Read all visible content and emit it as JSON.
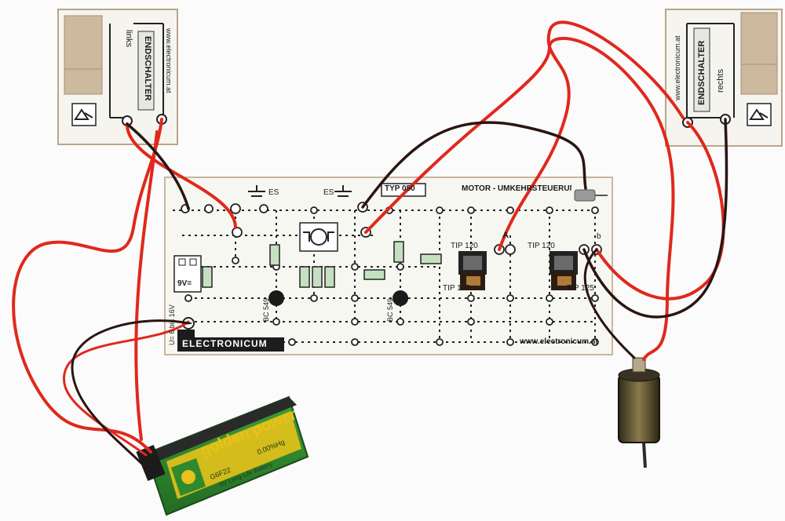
{
  "main_board": {
    "type_label": "TYP 050",
    "title": "MOTOR - UMKEHRSTEUERUNG",
    "brand": "ELECTRONICUM",
    "website": "www.electronicum.at",
    "battery_box_label": "9V=",
    "voltage_label": "U= 6 bis 16V",
    "switch_labels": [
      "ES",
      "ES"
    ],
    "transistor_labels": [
      "BC 549",
      "BC 549",
      "TIP 120",
      "TIP 125",
      "TIP 120",
      "TIP 125"
    ],
    "terminal_labels": [
      "A",
      "b"
    ]
  },
  "left_switch_card": {
    "title": "ENDSCHALTER",
    "side": "links",
    "website": "www.electronicum.at"
  },
  "right_switch_card": {
    "title": "ENDSCHALTER",
    "side": "rechts",
    "website": "www.electronicum.at"
  },
  "battery": {
    "brand": "golden power",
    "model": "G6F22",
    "mercury": "0.00%Hg",
    "detail": "9V Long Life Battery"
  },
  "colors": {
    "background": "#fbfbfb",
    "board": "#f7f7f2",
    "trace_dots": "#222222",
    "wire_red": "#e0281c",
    "wire_dark": "#2a1512",
    "battery_green": "#2f8a2f",
    "battery_yellow": "#e6c21a"
  }
}
